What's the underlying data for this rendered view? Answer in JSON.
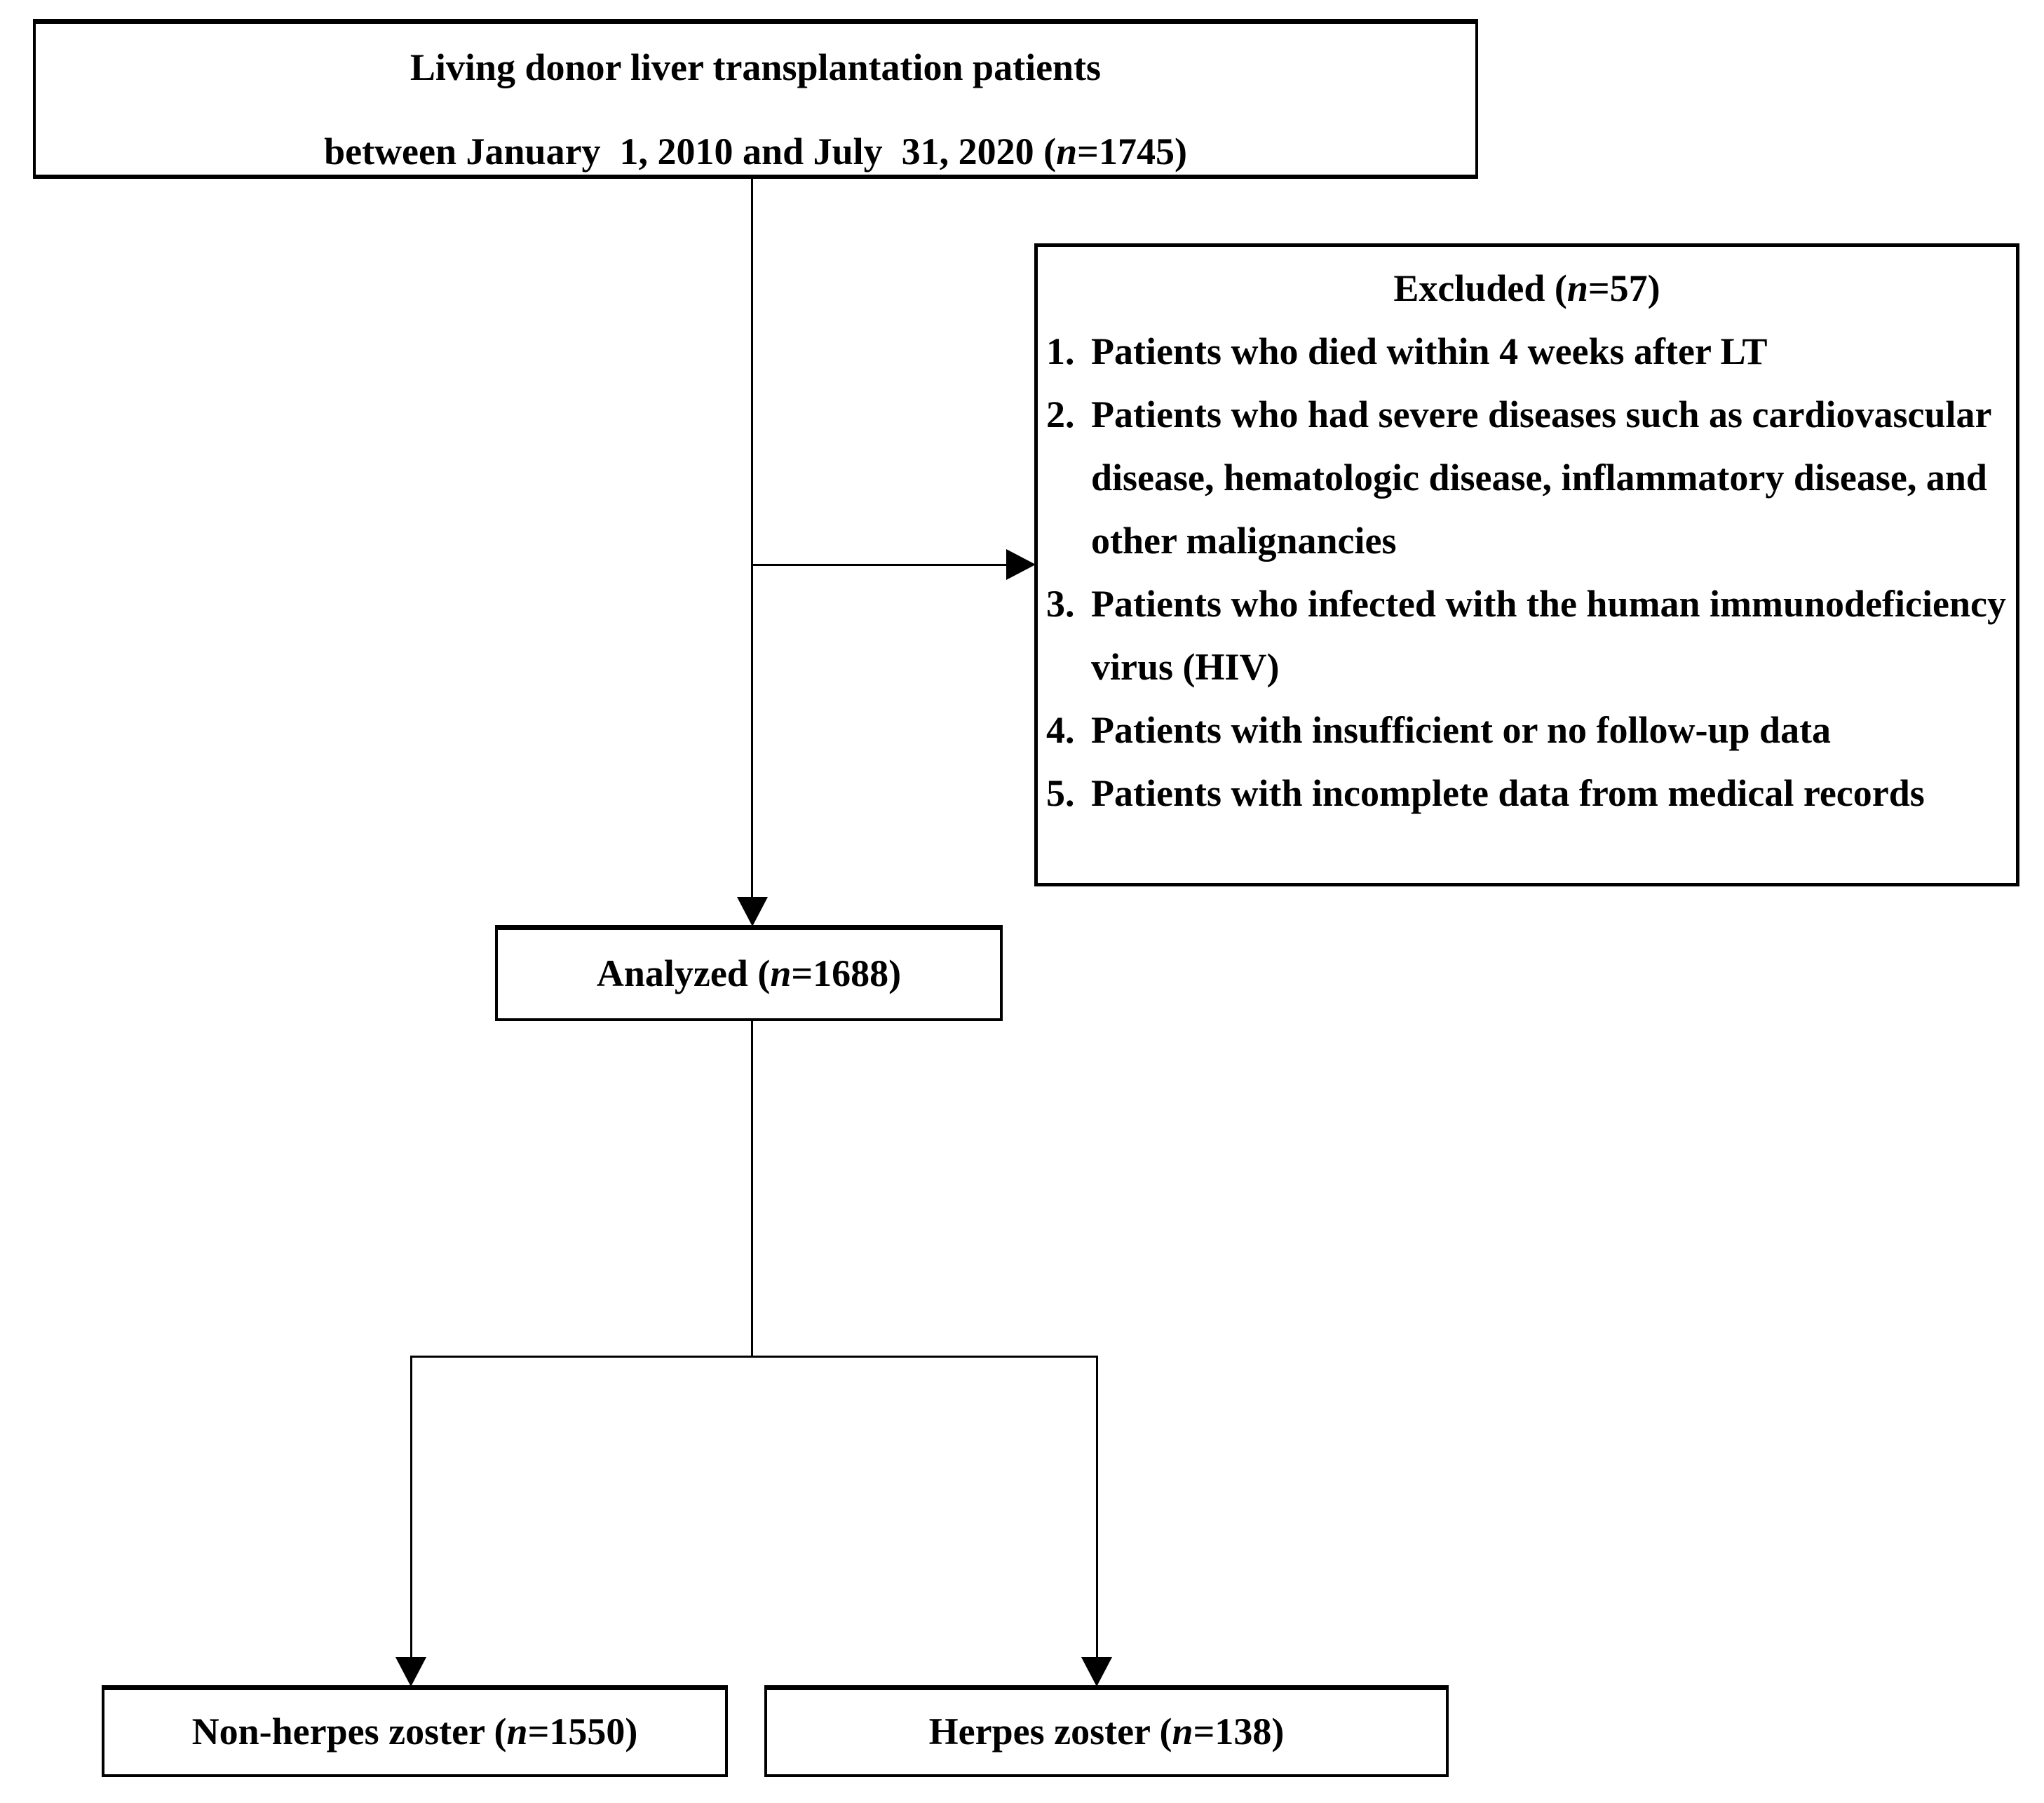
{
  "flow": {
    "top_box": {
      "line1": "Living donor liver transplantation patients",
      "count_prefix": "between January  1, 2010 and July  31, 2020 (",
      "count_n": "n",
      "count_suffix": "=1745)"
    },
    "excluded_box": {
      "title_prefix": "Excluded (",
      "title_n": "n",
      "title_suffix": "=57)",
      "items": [
        {
          "num": "1.",
          "text": "Patients who died within 4 weeks after LT"
        },
        {
          "num": "2.",
          "text": "Patients who had severe diseases such as cardiovascular disease, hematologic disease, inflammatory disease, and other malignancies"
        },
        {
          "num": "3.",
          "text": "Patients who infected with the human immunodeficiency virus (HIV)"
        },
        {
          "num": "4.",
          "text": "Patients with insufficient or no follow-up data"
        },
        {
          "num": "5.",
          "text": "Patients with incomplete data from medical records"
        }
      ]
    },
    "analyzed_box": {
      "prefix": "Analyzed (",
      "n": "n",
      "suffix": "=1688)"
    },
    "non_herpes_box": {
      "prefix": "Non-herpes zoster (",
      "n": "n",
      "suffix": "=1550)"
    },
    "herpes_box": {
      "prefix": "Herpes zoster (",
      "n": "n",
      "suffix": "=138)"
    },
    "colors": {
      "line": "#000000",
      "background": "#ffffff",
      "box_border": "#000000",
      "text": "#000000"
    }
  }
}
